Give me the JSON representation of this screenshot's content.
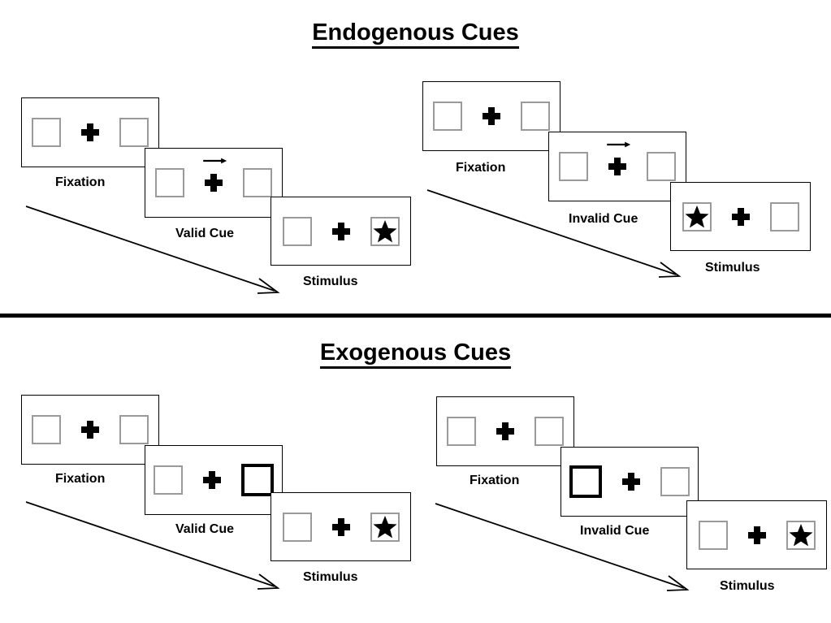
{
  "sections": [
    {
      "id": "endogenous",
      "title": "Endogenous Cues",
      "groups": [
        {
          "id": "endogenous-valid",
          "frames": [
            {
              "label": "Fixation",
              "cue": "none",
              "cue_side": null,
              "star_side": null
            },
            {
              "label": "Valid Cue",
              "cue": "arrow",
              "cue_side": "right",
              "star_side": null
            },
            {
              "label": "Stimulus",
              "cue": "none",
              "cue_side": null,
              "star_side": "right"
            }
          ]
        },
        {
          "id": "endogenous-invalid",
          "frames": [
            {
              "label": "Fixation",
              "cue": "none",
              "cue_side": null,
              "star_side": null
            },
            {
              "label": "Invalid Cue",
              "cue": "arrow",
              "cue_side": "right",
              "star_side": null
            },
            {
              "label": "Stimulus",
              "cue": "none",
              "cue_side": null,
              "star_side": "left"
            }
          ]
        }
      ]
    },
    {
      "id": "exogenous",
      "title": "Exogenous Cues",
      "groups": [
        {
          "id": "exogenous-valid",
          "frames": [
            {
              "label": "Fixation",
              "cue": "none",
              "cue_side": null,
              "star_side": null
            },
            {
              "label": "Valid Cue",
              "cue": "highlight",
              "cue_side": "right",
              "star_side": null
            },
            {
              "label": "Stimulus",
              "cue": "none",
              "cue_side": null,
              "star_side": "right"
            }
          ]
        },
        {
          "id": "exogenous-invalid",
          "frames": [
            {
              "label": "Fixation",
              "cue": "none",
              "cue_side": null,
              "star_side": null
            },
            {
              "label": "Invalid Cue",
              "cue": "highlight",
              "cue_side": "left",
              "star_side": null
            },
            {
              "label": "Stimulus",
              "cue": "none",
              "cue_side": null,
              "star_side": "right"
            }
          ]
        }
      ]
    }
  ],
  "icons": {
    "fixation_cross": "plus-icon",
    "cue_arrow": "right-arrow-icon",
    "target": "star-icon",
    "time_flow": "time-flow-arrow-icon"
  },
  "colors": {
    "ink": "#000000",
    "placeholder_box_border": "#9a9a9a",
    "background": "#ffffff"
  },
  "titles": {
    "endogenous": "Endogenous Cues",
    "exogenous": "Exogenous Cues"
  },
  "labels": {
    "fixation": "Fixation",
    "valid_cue": "Valid Cue",
    "invalid_cue": "Invalid Cue",
    "stimulus": "Stimulus"
  }
}
